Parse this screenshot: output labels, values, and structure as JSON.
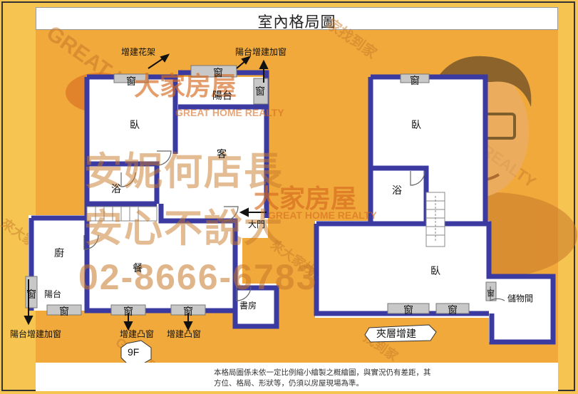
{
  "title": "室內格局圖",
  "rooms": {
    "bedroom_left": "臥",
    "living": "客",
    "balcony_top": "陽台",
    "bath_left": "浴",
    "kitchen": "廚",
    "dining": "餐",
    "balcony_left": "陽台",
    "study": "書房",
    "bedroom_right_top": "臥",
    "bath_right": "浴",
    "bedroom_right_bottom": "臥",
    "storage": "儲物間"
  },
  "labels": {
    "window": "窗",
    "main_door": "大門",
    "add_flower_rack": "增建花架",
    "balcony_add_window_top": "陽台增建加窗",
    "balcony_add_window_bottom": "陽台增建加窗",
    "add_bay_window_1": "增建凸窗",
    "add_bay_window_2": "增建凸窗",
    "floor": "9F",
    "mezzanine": "夾層增建"
  },
  "note": "本格局圖係未依一定比例縮小繪製之概繪圖，與實況仍有差距，其方位、格局、形狀等，仍須以房屋現場為準。",
  "watermarks": {
    "brand_cn": "大家房屋",
    "brand_en": "GREAT HOME REALTY",
    "store_line1": "安妮何店長",
    "store_line2": "安心不說大",
    "phone": "02-8666-6783",
    "diag_1": "GREAT HOME",
    "diag_2": "家找到家",
    "diag_3": "GREAT HOME REALTY",
    "diag_4": "來大家找到家",
    "diag_5": "找到家",
    "diag_6": "來大家找到家",
    "diag_7": "GREAT"
  },
  "colors": {
    "background": "#f5c451",
    "panel": "#f0a93a",
    "wall": "#3a3aa0",
    "floor": "#ffffff",
    "window_frame": "#b0b0b0",
    "watermark": "#c8792a"
  }
}
